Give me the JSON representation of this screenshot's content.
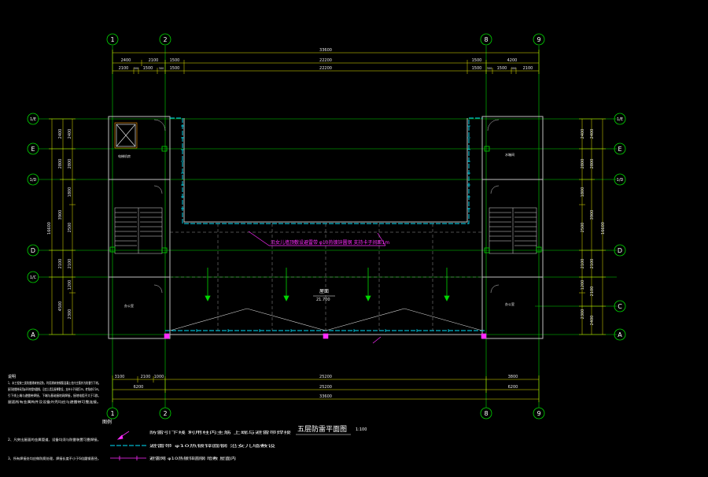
{
  "drawing_title": "五层防雷平面图",
  "drawing_scale": "1:100",
  "axes": {
    "top": [
      "1",
      "2",
      "8",
      "9"
    ],
    "left": [
      "1/E",
      "E",
      "1/D",
      "D",
      "1/C",
      "A"
    ],
    "right": [
      "1/E",
      "E",
      "1/D",
      "D",
      "C",
      "A"
    ]
  },
  "dimensions": {
    "top_overall": "33600",
    "top_row1": [
      "2400",
      "2100",
      "1500",
      "22200",
      "1500",
      "4200"
    ],
    "top_row2": [
      "2100",
      "300",
      "1500",
      "300",
      "1500",
      "22200",
      "1500",
      "300",
      "1500",
      "300",
      "2100"
    ],
    "bottom_row1": [
      "3100",
      "2100",
      "1000",
      "25200",
      "3800"
    ],
    "bottom_row2": [
      "6200",
      "25200",
      "6200"
    ],
    "bottom_overall": "33600",
    "left_outer": [
      "2400",
      "2800",
      "3900",
      "2100",
      "4500"
    ],
    "left_inner": [
      "2400",
      "2800",
      "1800",
      "2500",
      "2100",
      "1200",
      "2300"
    ],
    "left_total": "16600",
    "right_outer": [
      "2400",
      "2800",
      "1800",
      "2500",
      "2100",
      "1200",
      "2300"
    ],
    "right_inner": [
      "2400",
      "2800",
      "3900",
      "2100",
      "2100",
      "2400"
    ],
    "right_total": "16600"
  },
  "rooms": {
    "left_top": "电梯机房",
    "right_top": "水箱间",
    "left_bottom": "办公室",
    "right_bottom": "办公室"
  },
  "roof": {
    "label": "屋面",
    "elevation": "21.700"
  },
  "annotation": "沿女儿墙顶敷设避雷带 φ10热镀锌圆钢 支持卡子间距1m",
  "notes": {
    "heading": "说明",
    "paragraphs": [
      "1、本工程按三类防雷建筑物设防，利用建筑物钢筋混凝土柱内主筋作为防雷引下线。",
      "屋顶避雷带采用φ10热镀锌圆钢，沿女儿墙及屋脊敷设，支持卡子间距1m，转角处0.5m。",
      "引下线上端与避雷带焊接，下端与基础接地网焊接，接地电阻不大于1欧。",
      "屋面所有金属构件及设备外壳均应与避雷带可靠连接。",
      "2、凡突出屋面的金属管道、设备均须与防雷装置可靠焊接。",
      "3、所有焊接处均应做防腐处理，焊接长度不小于6倍圆钢直径。"
    ]
  },
  "legend": {
    "heading": "图例",
    "items": [
      "防雷引下线 利用柱内主筋 上端与避雷带焊接",
      "避雷带 φ10热镀锌圆钢 沿女儿墙敷设",
      "避雷网 φ10热镀锌圆钢 暗敷 屋面内"
    ]
  },
  "colors": {
    "background": "#000000",
    "axis": "#00d800",
    "wall": "#bfbfbf",
    "lightning": "#00e5ff",
    "downlead": "#ff2bff",
    "dimension": "#e6e600",
    "text": "#ffffff"
  }
}
